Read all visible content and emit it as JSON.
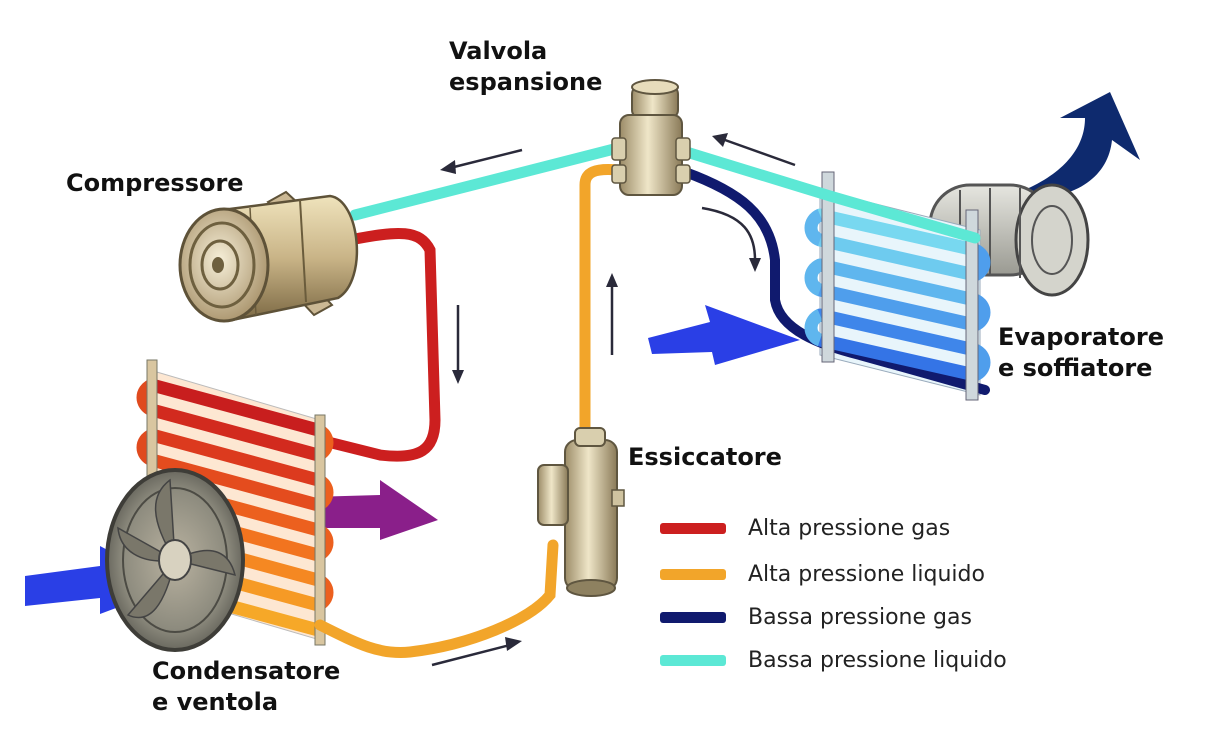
{
  "labels": {
    "valvola": [
      "Valvola",
      "espansione"
    ],
    "compressore": [
      "Compressore"
    ],
    "evaporatore": [
      "Evaporatore",
      "e soffiatore"
    ],
    "essiccatore": [
      "Essiccatore"
    ],
    "condensatore": [
      "Condensatore",
      "e ventola"
    ]
  },
  "legend": [
    {
      "label": "Alta pressione gas",
      "color": "#cc1f1f"
    },
    {
      "label": "Alta pressione liquido",
      "color": "#f2a52a"
    },
    {
      "label": "Bassa pressione gas",
      "color": "#101a6e"
    },
    {
      "label": "Bassa pressione liquido",
      "color": "#5ce8d5"
    }
  ],
  "colors": {
    "alta_gas": "#cc1f1f",
    "alta_liquido": "#f2a52a",
    "bassa_gas": "#101a6e",
    "bassa_liquido": "#5ce8d5",
    "air_blue": "#2a3fe6",
    "air_purple": "#8a1f8a",
    "air_navy": "#0e2a6e"
  },
  "icons": [
    "compressor-icon",
    "expansion-valve-icon",
    "evaporator-icon",
    "blower-icon",
    "condenser-icon",
    "fan-icon",
    "dryer-icon",
    "flow-arrow-icon",
    "airflow-arrow-icon"
  ]
}
